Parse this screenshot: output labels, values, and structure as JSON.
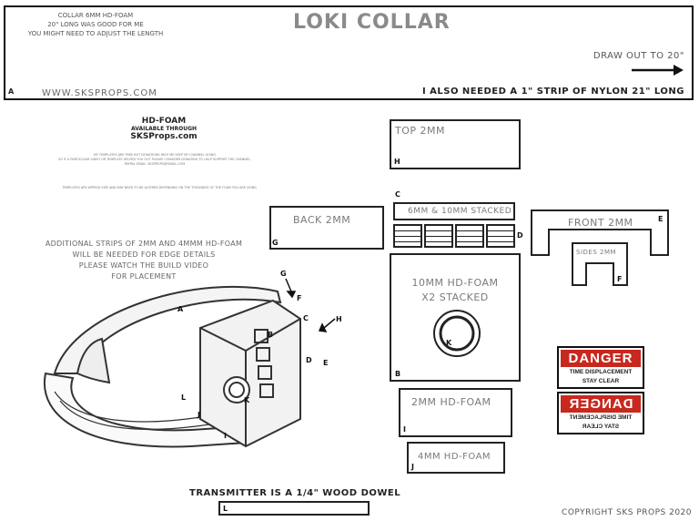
{
  "header": {
    "title": "LOKI COLLAR",
    "note_lines": [
      "COLLAR 6MM HD-FOAM",
      "20\" LONG WAS GOOD FOR ME",
      "YOU MIGHT NEED TO ADJUST THE LENGTH"
    ],
    "draw_out": "DRAW OUT TO 20\"",
    "letter": "A",
    "website": "WWW.SKSPROPS.COM",
    "nylon_note": "I ALSO NEEDED A 1\" STRIP OF NYLON 21\" LONG"
  },
  "info": {
    "hd_foam": "HD-FOAM",
    "available": "AVAILABLE THROUGH",
    "brand": "SKSProps.com",
    "fine_print_1": "My Templates are Free but Donations help me keep my channel going",
    "fine_print_2": "So if a particular video or template helped you out please consider donating to help support the channel.",
    "fine_print_3": "Paypal email: sksprops@gmail.com",
    "fine_print_4": "Templates are approx size and may need to be altered depending on the thickness of the foam you are using",
    "strips_note": [
      "ADDITIONAL STRIPS OF 2MM AND 4MMM HD-FOAM",
      "WILL BE NEEDED FOR EDGE DETAILS",
      "PLEASE WATCH THE BUILD VIDEO",
      "FOR PLACEMENT"
    ]
  },
  "parts": {
    "top": {
      "name": "TOP 2MM",
      "letter": "H"
    },
    "stacked": {
      "name": "6MM & 10MM STACKED",
      "letter": "C"
    },
    "back": {
      "name": "BACK 2MM",
      "letter": "G"
    },
    "front": {
      "name": "FRONT 2MM",
      "letter": "E"
    },
    "sides": {
      "name": "SIDES 2MM",
      "letter": "F"
    },
    "ribs": {
      "letter": "D"
    },
    "main": {
      "name_1": "10MM HD-FOAM",
      "name_2": "X2 STACKED",
      "letter": "B",
      "circle_letter": "K"
    },
    "two_mm": {
      "name": "2MM HD-FOAM",
      "letter": "I"
    },
    "four_mm": {
      "name": "4MM HD-FOAM",
      "letter": "J"
    },
    "dowel": {
      "name": "TRANSMITTER IS A 1/4\" WOOD DOWEL",
      "letter": "L"
    }
  },
  "illustration_letters": {
    "a": "A",
    "b": "B",
    "c": "C",
    "d": "D",
    "e": "E",
    "f": "F",
    "g": "G",
    "h": "H",
    "i": "I",
    "j": "J",
    "k": "K",
    "l": "L"
  },
  "danger": {
    "word": "DANGER",
    "line1": "TIME DISPLACEMENT",
    "line2": "STAY CLEAR"
  },
  "footer": {
    "copyright": "COPYRIGHT SKS PROPS 2020"
  }
}
